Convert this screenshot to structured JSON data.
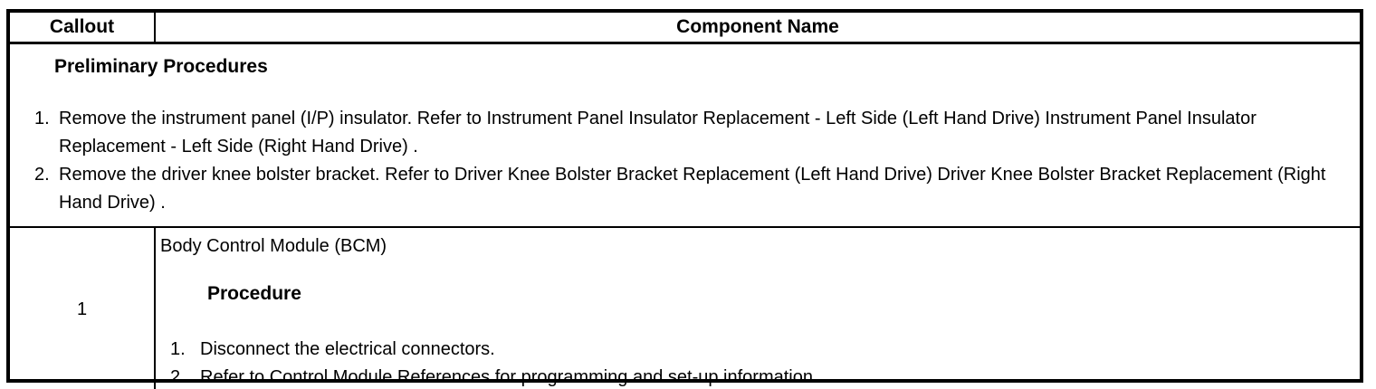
{
  "colors": {
    "border": "#000000",
    "text": "#000000",
    "background": "#ffffff"
  },
  "header": {
    "callout_label": "Callout",
    "component_label": "Component Name"
  },
  "preliminary": {
    "title": "Preliminary Procedures",
    "steps": [
      {
        "num": "1.",
        "text": "Remove the instrument panel (I/P) insulator. Refer to Instrument Panel Insulator Replacement - Left Side (Left Hand Drive) Instrument Panel Insulator Replacement - Left Side (Right Hand Drive) ."
      },
      {
        "num": "2.",
        "text": "Remove the driver knee bolster bracket. Refer to Driver Knee Bolster Bracket Replacement (Left Hand Drive) Driver Knee Bolster Bracket Replacement (Right Hand Drive) ."
      }
    ]
  },
  "rows": [
    {
      "callout": "1",
      "component_name": "Body Control Module (BCM)",
      "procedure_title": "Procedure",
      "steps": [
        {
          "num": "1.",
          "text": "Disconnect the electrical connectors."
        },
        {
          "num": "2.",
          "text": "Refer to Control Module References for programming and set-up information."
        }
      ]
    }
  ]
}
